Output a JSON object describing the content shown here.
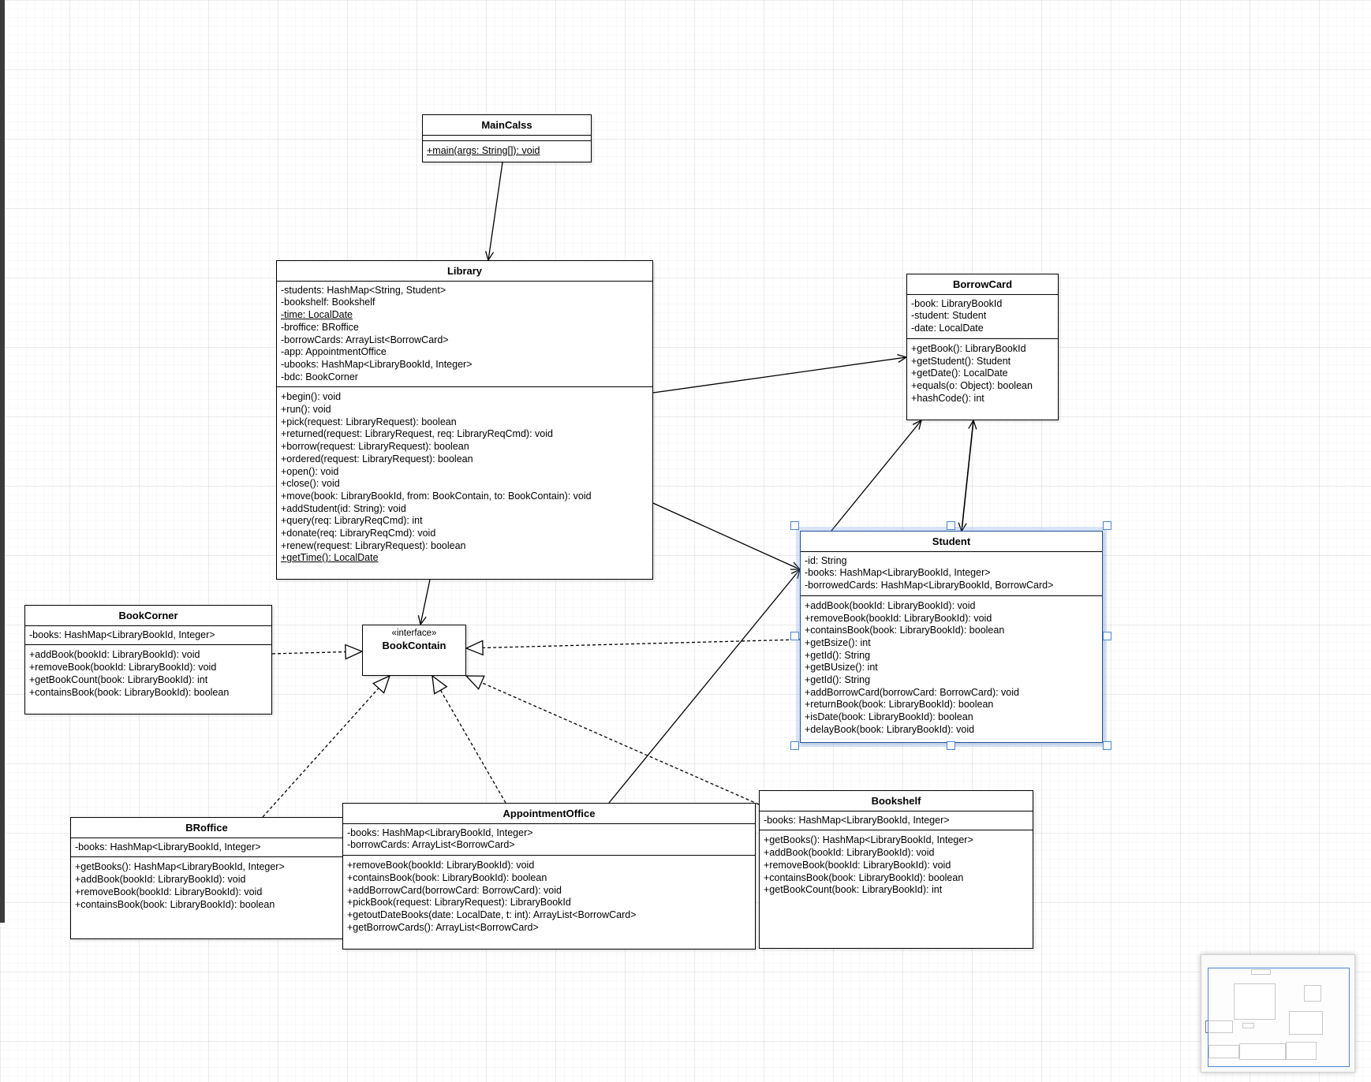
{
  "colors": {
    "canvas_background": "#ffffff",
    "stroke": "#000000",
    "selection": "#4a86d8"
  },
  "classes": {
    "mainclass": {
      "name": "MainCalss",
      "operations": [
        "+main(args: String[]): void"
      ]
    },
    "library": {
      "name": "Library",
      "attributes": [
        "-students: HashMap<String, Student>",
        "-bookshelf: Bookshelf",
        "-time: LocalDate",
        "-broffice: BRoffice",
        "-borrowCards: ArrayList<BorrowCard>",
        "-app: AppointmentOffice",
        "-ubooks: HashMap<LibraryBookId, Integer>",
        "-bdc: BookCorner"
      ],
      "operations": [
        "+begin(): void",
        "+run(): void",
        "+pick(request: LibraryRequest): boolean",
        "+returned(request: LibraryRequest, req: LibraryReqCmd): void",
        "+borrow(request: LibraryRequest): boolean",
        "+ordered(request: LibraryRequest): boolean",
        "+open(): void",
        "+close(): void",
        "+move(book: LibraryBookId, from: BookContain, to: BookContain): void",
        "+addStudent(id: String): void",
        "+query(req: LibraryReqCmd): int",
        "+donate(req: LibraryReqCmd): void",
        "+renew(request: LibraryRequest): boolean",
        "+getTime(): LocalDate"
      ]
    },
    "borrowcard": {
      "name": "BorrowCard",
      "attributes": [
        "-book: LibraryBookId",
        "-student: Student",
        "-date: LocalDate"
      ],
      "operations": [
        "+getBook(): LibraryBookId",
        "+getStudent(): Student",
        "+getDate(): LocalDate",
        "+equals(o: Object): boolean",
        "+hashCode(): int"
      ]
    },
    "student": {
      "name": "Student",
      "attributes": [
        "-id: String",
        "-books: HashMap<LibraryBookId, Integer>",
        "-borrowedCards: HashMap<LibraryBookId, BorrowCard>"
      ],
      "operations": [
        "+addBook(bookId: LibraryBookId): void",
        "+removeBook(bookId: LibraryBookId): void",
        "+containsBook(book: LibraryBookId): boolean",
        "+getBsize(): int",
        "+getId(): String",
        "+getBUsize(): int",
        "+getId(): String",
        "+addBorrowCard(borrowCard: BorrowCard): void",
        "+returnBook(book: LibraryBookId): boolean",
        "+isDate(book: LibraryBookId): boolean",
        "+delayBook(book: LibraryBookId): void"
      ]
    },
    "bookcorner": {
      "name": "BookCorner",
      "attributes": [
        "-books: HashMap<LibraryBookId, Integer>"
      ],
      "operations": [
        "+addBook(bookId: LibraryBookId): void",
        "+removeBook(bookId: LibraryBookId): void",
        "+getBookCount(book: LibraryBookId): int",
        "+containsBook(book: LibraryBookId): boolean"
      ]
    },
    "bookcontain": {
      "stereotype": "«interface»",
      "name": "BookContain"
    },
    "broffice": {
      "name": "BRoffice",
      "attributes": [
        "-books: HashMap<LibraryBookId, Integer>"
      ],
      "operations": [
        "+getBooks(): HashMap<LibraryBookId, Integer>",
        "+addBook(bookId: LibraryBookId): void",
        "+removeBook(bookId: LibraryBookId): void",
        "+containsBook(book: LibraryBookId): boolean"
      ]
    },
    "appointmentoffice": {
      "name": "AppointmentOffice",
      "attributes": [
        "-books: HashMap<LibraryBookId, Integer>",
        "-borrowCards: ArrayList<BorrowCard>"
      ],
      "operations": [
        "+removeBook(bookId: LibraryBookId): void",
        "+containsBook(book: LibraryBookId): boolean",
        "+addBorrowCard(borrowCard: BorrowCard): void",
        "+pickBook(request: LibraryRequest): LibraryBookId",
        "+getoutDateBooks(date: LocalDate, t: int): ArrayList<BorrowCard>",
        "+getBorrowCards(): ArrayList<BorrowCard>"
      ]
    },
    "bookshelf": {
      "name": "Bookshelf",
      "attributes": [
        "-books: HashMap<LibraryBookId, Integer>"
      ],
      "operations": [
        "+getBooks(): HashMap<LibraryBookId, Integer>",
        "+addBook(bookId: LibraryBookId): void",
        "+removeBook(bookId: LibraryBookId): void",
        "+containsBook(book: LibraryBookId): boolean",
        "+getBookCount(book: LibraryBookId): int"
      ]
    }
  }
}
